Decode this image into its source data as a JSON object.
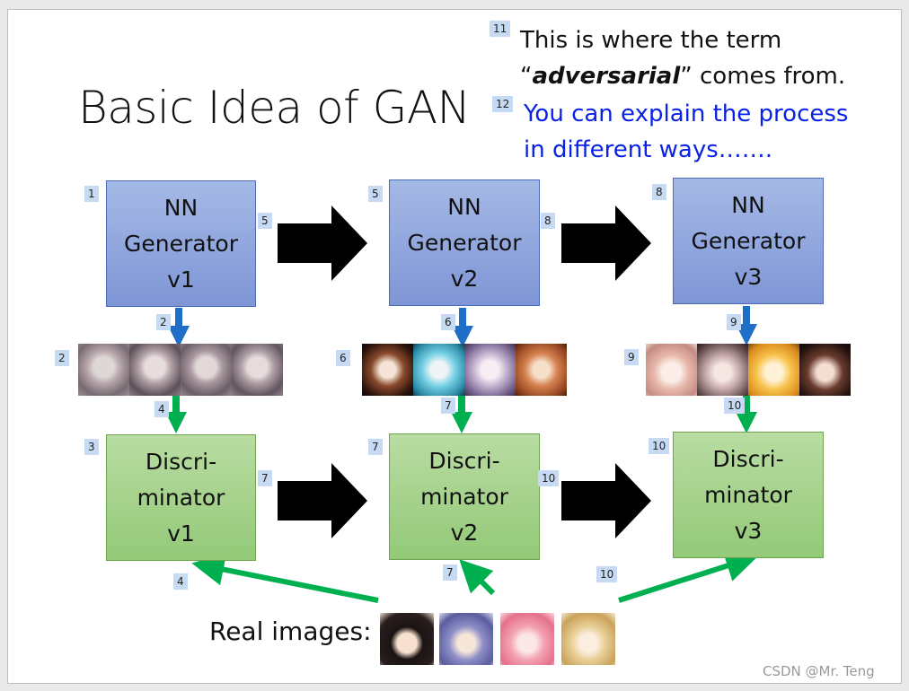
{
  "title": "Basic Idea of GAN",
  "notes": {
    "line1": "This is where the term",
    "line2_open": "“",
    "line2_bold": "adversarial",
    "line2_rest": "” comes from.",
    "line3": "You can explain the process",
    "line4": "in different ways……."
  },
  "colors": {
    "note_blue": "#0a22e6",
    "generator_fill": "#8fa6dc",
    "discriminator_fill": "#a6d28c",
    "blue_arrow": "#1f6fc9",
    "green_arrow": "#00b050",
    "tag_bg": "#c7daf3"
  },
  "generators": [
    {
      "line1": "NN",
      "line2": "Generator",
      "line3": "v1"
    },
    {
      "line1": "NN",
      "line2": "Generator",
      "line3": "v2"
    },
    {
      "line1": "NN",
      "line2": "Generator",
      "line3": "v3"
    }
  ],
  "discriminators": [
    {
      "line1": "Discri-",
      "line2": "minator",
      "line3": "v1"
    },
    {
      "line1": "Discri-",
      "line2": "minator",
      "line3": "v2"
    },
    {
      "line1": "Discri-",
      "line2": "minator",
      "line3": "v3"
    }
  ],
  "tags": {
    "t1": "1",
    "t2a": "2",
    "t2b": "2",
    "t3": "3",
    "t4a": "4",
    "t4b": "4",
    "t5a": "5",
    "t5b": "5",
    "t6a": "6",
    "t6b": "6",
    "t7a": "7",
    "t7b": "7",
    "t7c": "7",
    "t7d": "7",
    "t8a": "8",
    "t8b": "8",
    "t9a": "9",
    "t9b": "9",
    "t10a": "10",
    "t10b": "10",
    "t10c": "10",
    "t10d": "10",
    "t11": "11",
    "t12": "12"
  },
  "real_images_label": "Real images:",
  "watermark": "CSDN @Mr. Teng"
}
